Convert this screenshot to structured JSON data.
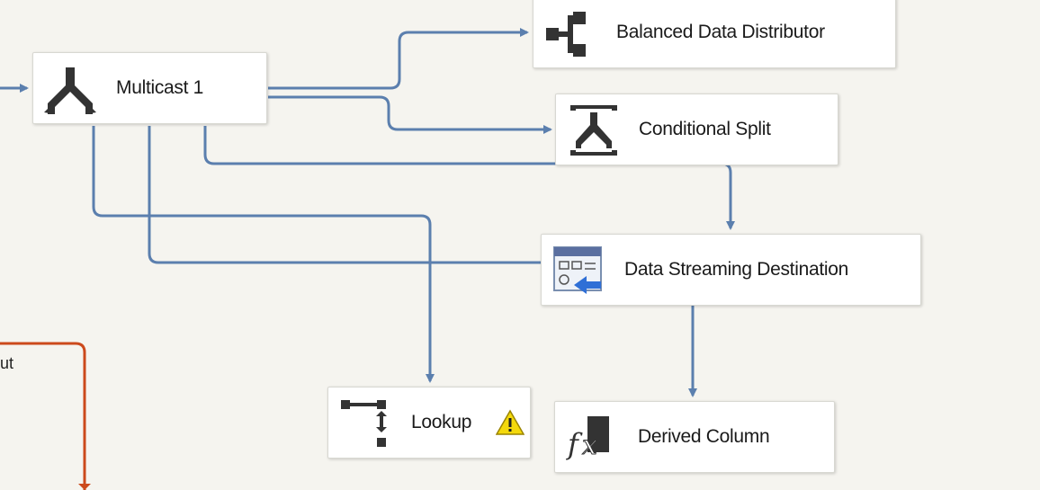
{
  "canvas": {
    "background": "#f5f4ef"
  },
  "colors": {
    "path_blue": "#5b7fae",
    "path_error": "#cc4a1c",
    "warning_yellow": "#f4d90c"
  },
  "nodes": {
    "multicast": {
      "label": "Multicast 1",
      "icon": "multicast-icon"
    },
    "balanced": {
      "label": "Balanced Data Distributor",
      "icon": "balanced-distributor-icon"
    },
    "conditional": {
      "label": "Conditional Split",
      "icon": "conditional-split-icon"
    },
    "streaming": {
      "label": "Data Streaming Destination",
      "icon": "data-streaming-icon"
    },
    "lookup": {
      "label": "Lookup",
      "icon": "lookup-icon",
      "warning": "warning-icon"
    },
    "derived": {
      "label": "Derived Column",
      "icon": "fx-icon"
    }
  },
  "offscreen_label": "ut"
}
